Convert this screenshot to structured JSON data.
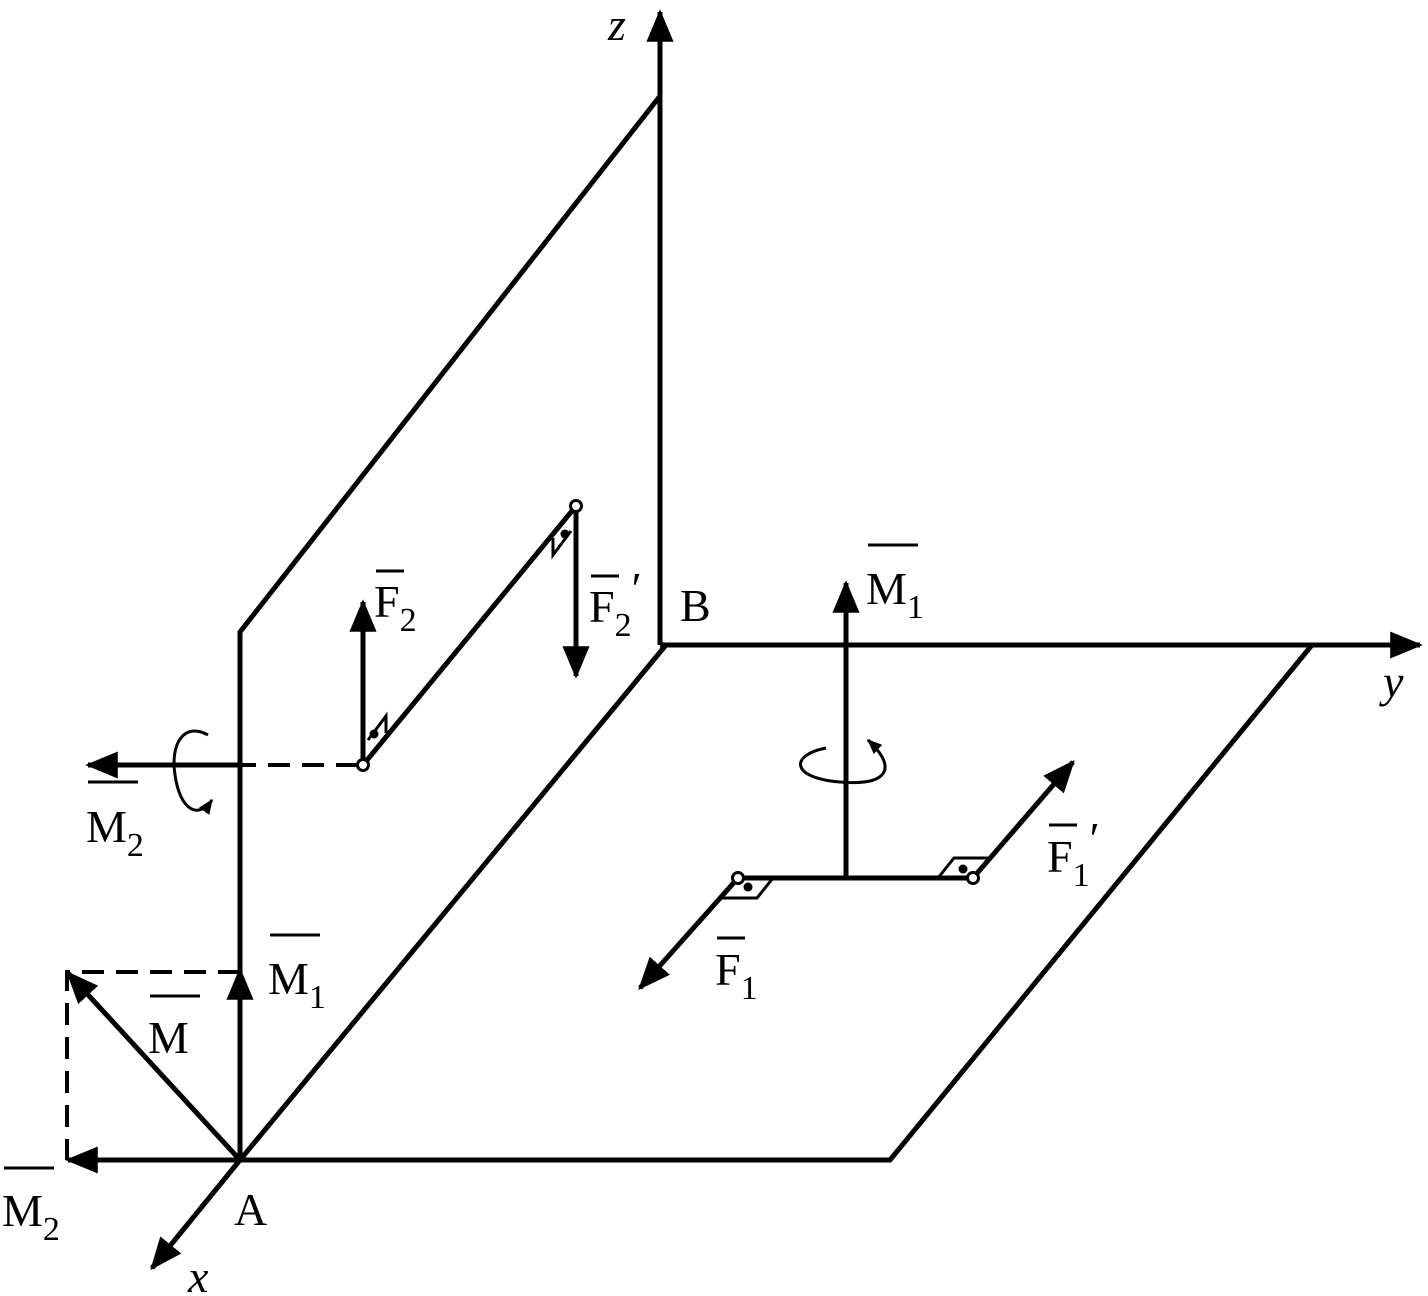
{
  "labels": {
    "axis_z": "z",
    "axis_y": "y",
    "axis_x": "x",
    "point_A": "A",
    "point_B": "B",
    "M_main": "M",
    "M1_base": "M",
    "M1_sub": "1",
    "M2_base": "M",
    "M2_sub": "2",
    "F1_base": "F",
    "F1_sub": "1",
    "F1p_base": "F",
    "F1p_sub": "1",
    "F1p_prime": "′",
    "F2_base": "F",
    "F2_sub": "2",
    "F2p_base": "F",
    "F2p_sub": "2",
    "F2p_prime": "′"
  },
  "colors": {
    "ink": "#000000",
    "paper": "#ffffff"
  }
}
